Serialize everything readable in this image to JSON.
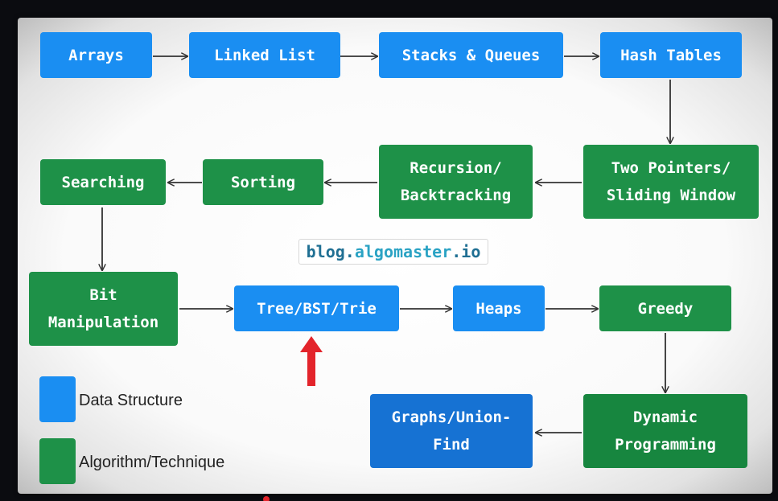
{
  "nodes": {
    "arrays": "Arrays",
    "linked_list": "Linked List",
    "stacks_queues": "Stacks & Queues",
    "hash_tables": "Hash Tables",
    "two_pointers": "Two Pointers/\nSliding Window",
    "recursion": "Recursion/\nBacktracking",
    "sorting": "Sorting",
    "searching": "Searching",
    "bit_manipulation": "Bit\nManipulation",
    "tree": "Tree/BST/Trie",
    "heaps": "Heaps",
    "greedy": "Greedy",
    "dynamic_programming": "Dynamic\nProgramming",
    "graphs": "Graphs/Union-\nFind"
  },
  "watermark": {
    "part1": "blog.",
    "part2": "algomaster",
    "part3": ".io"
  },
  "legend": {
    "data_structure": "Data Structure",
    "algorithm": "Algorithm/Technique"
  },
  "colors": {
    "data_structure": "#1a8ef2",
    "algorithm": "#1e9148",
    "highlight_arrow": "#e3242b"
  }
}
